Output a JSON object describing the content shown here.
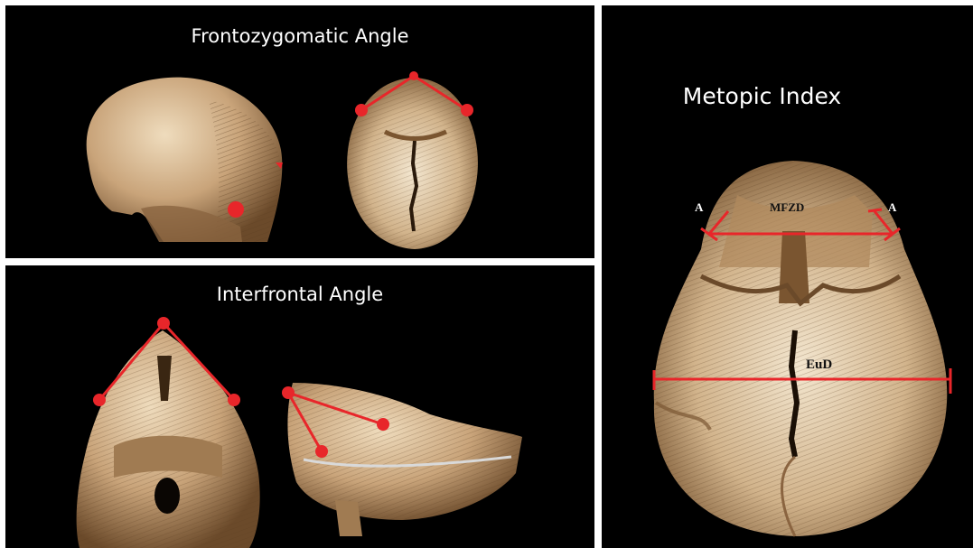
{
  "panels": {
    "frontozygomatic": {
      "title": "Frontozygomatic Angle"
    },
    "interfrontal": {
      "title": "Interfrontal Angle"
    },
    "metopic": {
      "title": "Metopic Index",
      "labels": {
        "a_left": "A",
        "a_right": "A",
        "mfzd": "MFZD",
        "eud": "EuD"
      }
    }
  },
  "colors": {
    "background": "#000000",
    "divider": "#ffffff",
    "marker": "#e8262a",
    "bone": "#c9a97c"
  }
}
